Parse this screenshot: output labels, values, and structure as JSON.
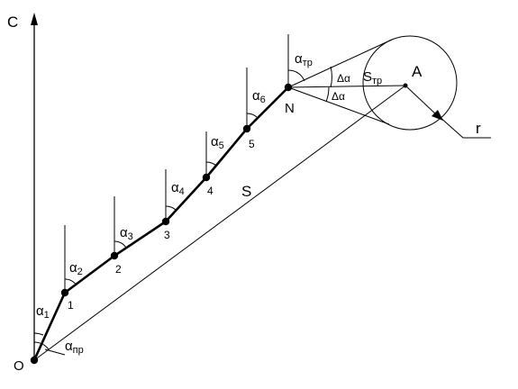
{
  "axis": {
    "label": "C"
  },
  "origin": {
    "label": "O"
  },
  "station_labels": [
    "1",
    "2",
    "3",
    "4",
    "5"
  ],
  "end_point": {
    "label": "N"
  },
  "target": {
    "label": "A",
    "radius_label": "r"
  },
  "distance_label": "S",
  "angle_labels": [
    {
      "base": "α",
      "sub": "1"
    },
    {
      "base": "α",
      "sub": "2"
    },
    {
      "base": "α",
      "sub": "3"
    },
    {
      "base": "α",
      "sub": "4"
    },
    {
      "base": "α",
      "sub": "5"
    },
    {
      "base": "α",
      "sub": "6"
    }
  ],
  "alpha_pr": {
    "base": "α",
    "sub": "пр"
  },
  "alpha_tr": {
    "base": "α",
    "sub": "тр"
  },
  "delta_alpha": "Δα",
  "s_tr": {
    "base": "S",
    "sub": "тр"
  }
}
